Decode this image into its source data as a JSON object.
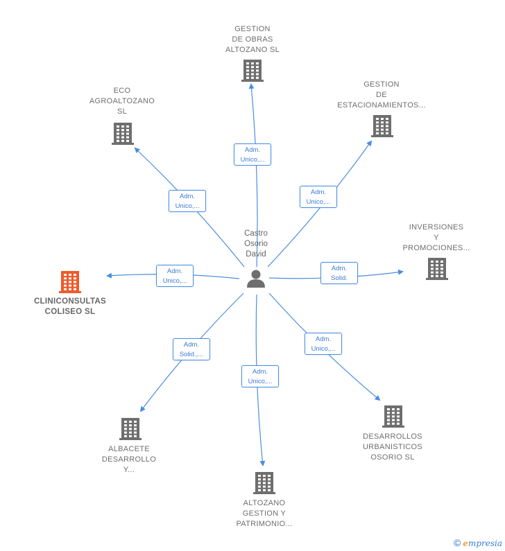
{
  "center": {
    "name": "Castro\nOsorio\nDavid"
  },
  "colors": {
    "edge": "#4a8ee0",
    "building": "#6e6e6e",
    "highlight": "#ef5a2a"
  },
  "nodes": [
    {
      "id": "gestion-obras",
      "name": "GESTION\nDE OBRAS\nALTOZANO  SL",
      "role": "Adm.\nUnico,...",
      "highlight": false
    },
    {
      "id": "gestion-estacionamientos",
      "name": "GESTION\nDE\nESTACIONAMIENTOS...",
      "role": "Adm.\nUnico,...",
      "highlight": false
    },
    {
      "id": "inversiones-promociones",
      "name": "INVERSIONES\nY\nPROMOCIONES...",
      "role": "Adm.\nSolid.",
      "highlight": false
    },
    {
      "id": "desarrollos-urbanisticos",
      "name": "DESARROLLOS\nURBANISTICOS\nOSORIO  SL",
      "role": "Adm.\nUnico,...",
      "highlight": false
    },
    {
      "id": "altozano-gestion",
      "name": "ALTOZANO\nGESTION Y\nPATRIMONIO...",
      "role": "Adm.\nUnico,...",
      "highlight": false
    },
    {
      "id": "albacete-desarrollo",
      "name": "ALBACETE\nDESARROLLO\nY...",
      "role": "Adm.\nSolid.,...",
      "highlight": false
    },
    {
      "id": "cliniconsultas",
      "name": "CLINICONSULTAS\nCOLISEO  SL",
      "role": "Adm.\nUnico,...",
      "highlight": true
    },
    {
      "id": "eco-agroaltozano",
      "name": "ECO\nAGROALTOZANO\nSL",
      "role": "Adm.\nUnico,...",
      "highlight": false
    }
  ],
  "footer": {
    "copyright": "©",
    "brand_initial": "e",
    "brand_rest": "mpresia"
  }
}
